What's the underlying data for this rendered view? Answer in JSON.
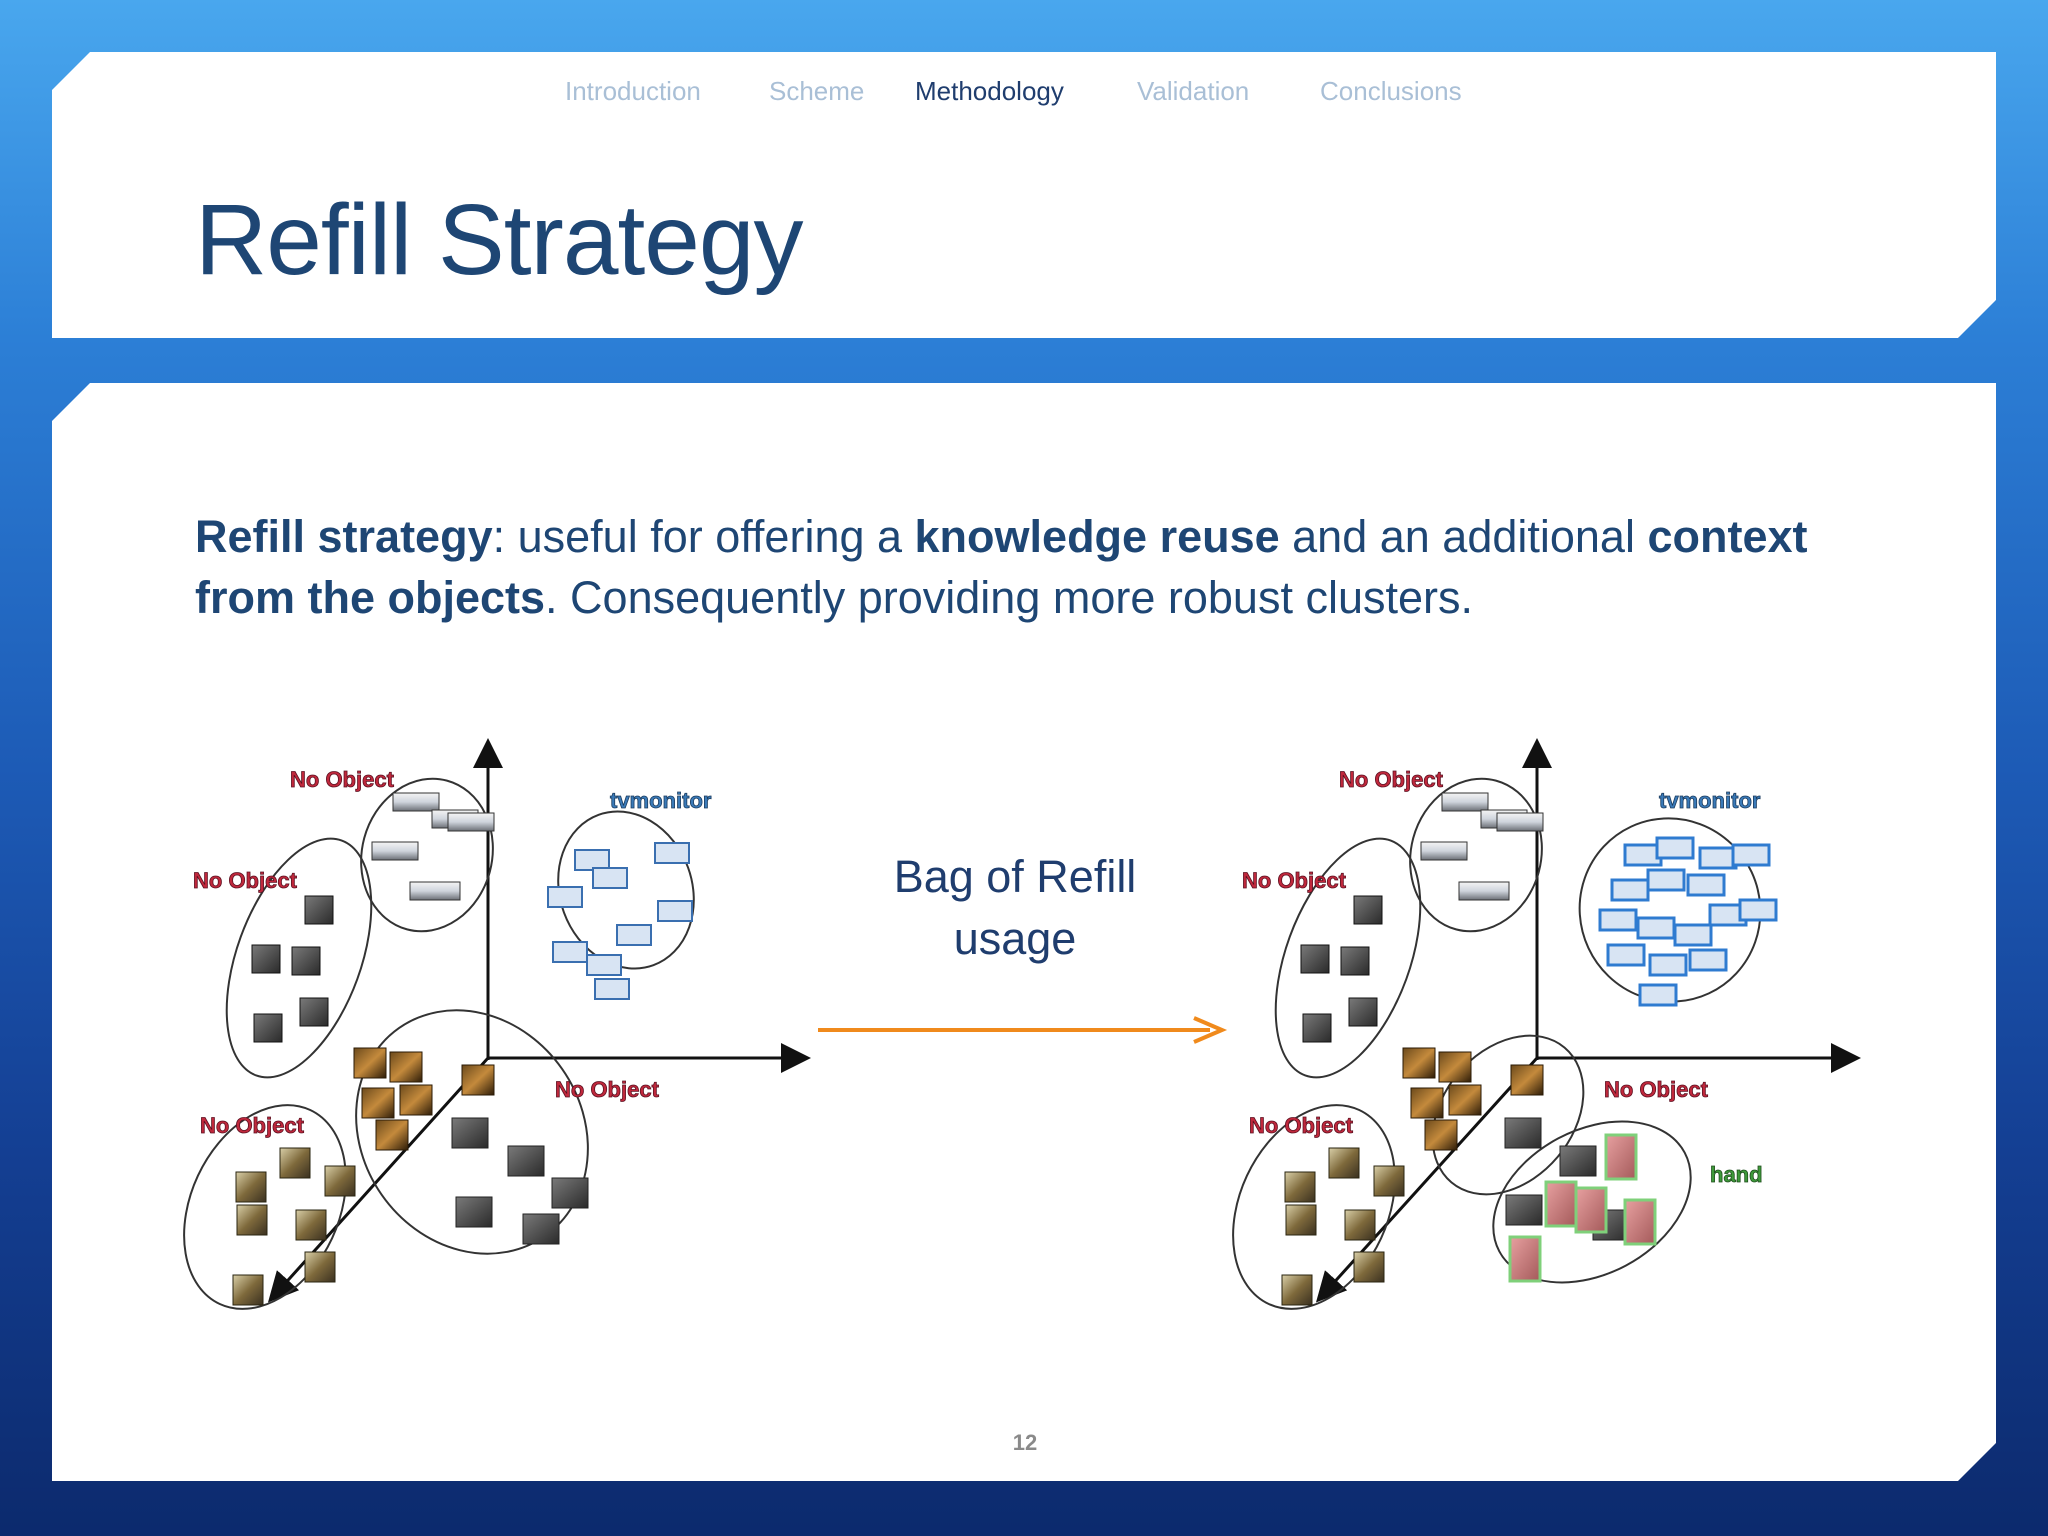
{
  "nav": {
    "items": [
      {
        "label": "Introduction",
        "active": false
      },
      {
        "label": "Scheme",
        "active": false
      },
      {
        "label": "Methodology",
        "active": true
      },
      {
        "label": "Validation",
        "active": false
      },
      {
        "label": "Conclusions",
        "active": false
      }
    ]
  },
  "slide": {
    "title": "Refill Strategy",
    "body": {
      "term": "Refill strategy",
      "text1": ": useful for offering a ",
      "bold1": "knowledge reuse",
      "text2": " and an additional ",
      "bold2": "context from the objects",
      "text3": ". Consequently providing more robust clusters."
    },
    "arrow_label": "Bag of Refill usage",
    "page_number": "12"
  },
  "diagram": {
    "left": {
      "labels": [
        "No Object",
        "tvmonitor",
        "No Object",
        "No Object",
        "No Object"
      ]
    },
    "right": {
      "labels": [
        "No Object",
        "tvmonitor",
        "No Object",
        "No Object",
        "No Object",
        "hand"
      ]
    }
  },
  "colors": {
    "text_dark": "#1e4674",
    "nav_inactive": "#a9bfd6",
    "arrow": "#f08a1c",
    "label_red": "#c0283c",
    "label_blue": "#3a7ab8",
    "label_green": "#3e9a3a"
  }
}
